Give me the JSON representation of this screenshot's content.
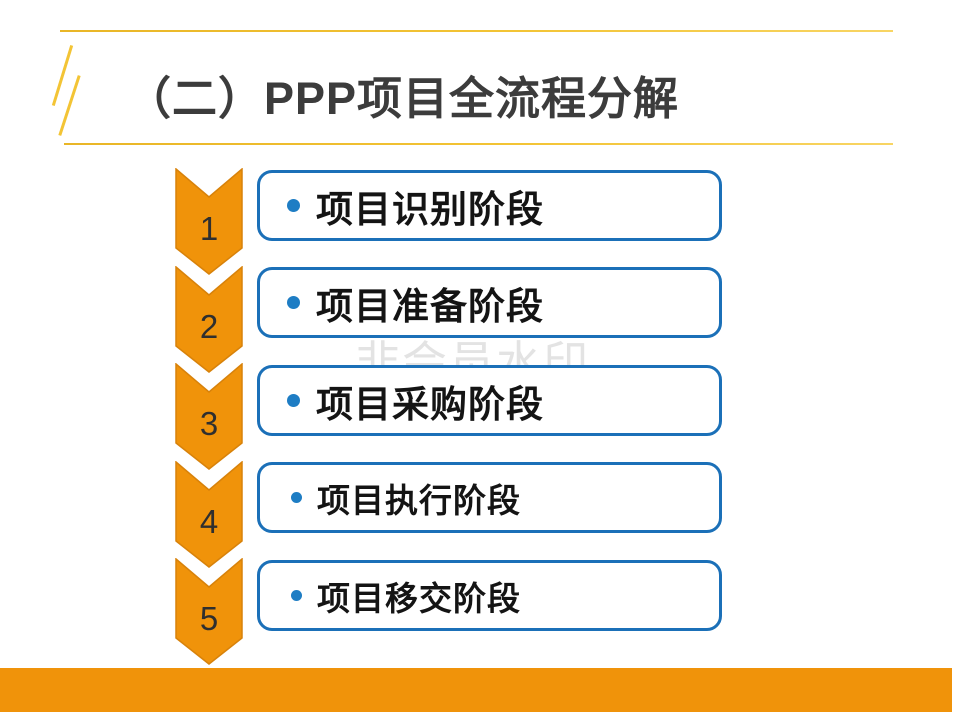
{
  "slide": {
    "title": "（二）PPP项目全流程分解",
    "watermark": "非会员水印"
  },
  "stages": [
    {
      "number": "1",
      "label": "项目识别阶段"
    },
    {
      "number": "2",
      "label": "项目准备阶段"
    },
    {
      "number": "3",
      "label": "项目采购阶段"
    },
    {
      "number": "4",
      "label": "项目执行阶段"
    },
    {
      "number": "5",
      "label": "项目移交阶段"
    }
  ],
  "colors": {
    "accent_orange": "#f0930a",
    "chevron_stroke": "#d8820a",
    "box_border_blue": "#1b70b8",
    "bullet_blue": "#1e7dc4",
    "gold_line": "#f3c435",
    "title_text": "#3c3c3c",
    "watermark_gray": "#e3e3e3"
  }
}
